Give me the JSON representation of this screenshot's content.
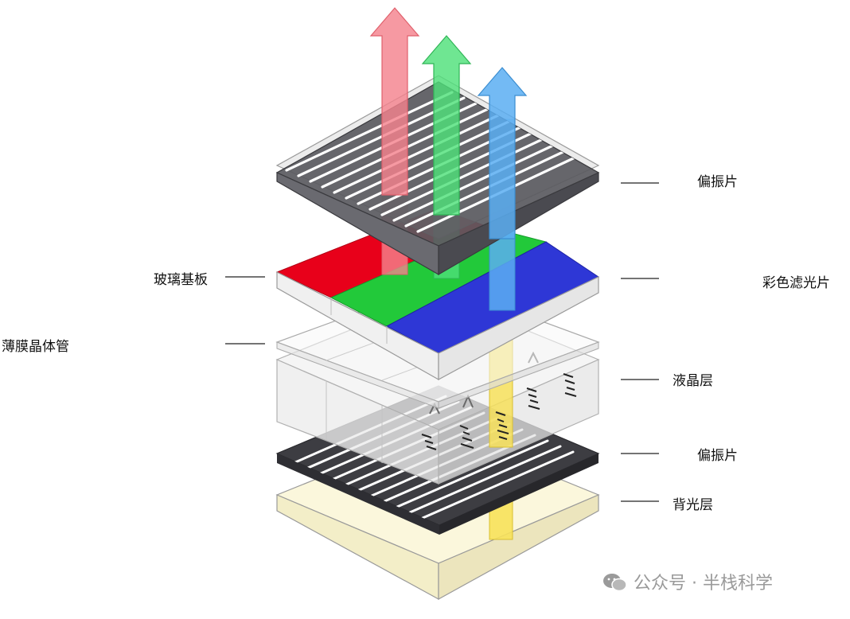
{
  "labels": {
    "top_polarizer": "偏振片",
    "color_filter": "彩色滤光片",
    "glass_substrate": "玻璃基板",
    "tft": "薄膜晶体管",
    "liquid_crystal": "液晶层",
    "bottom_polarizer": "偏振片",
    "backlight": "背光层"
  },
  "watermark": {
    "text": "公众号 · 半栈科学",
    "icon": "wechat-icon"
  },
  "colors": {
    "red_light": "#f4838d",
    "green_light": "#4fe07a",
    "blue_light": "#5aaef2",
    "yellow_light": "#f7e15a",
    "red_filter": "#e8001a",
    "green_filter": "#22c93a",
    "blue_filter": "#2e37d6",
    "polarizer_dark": "#3d3d42",
    "backlight_fill": "#fbf7dc"
  }
}
